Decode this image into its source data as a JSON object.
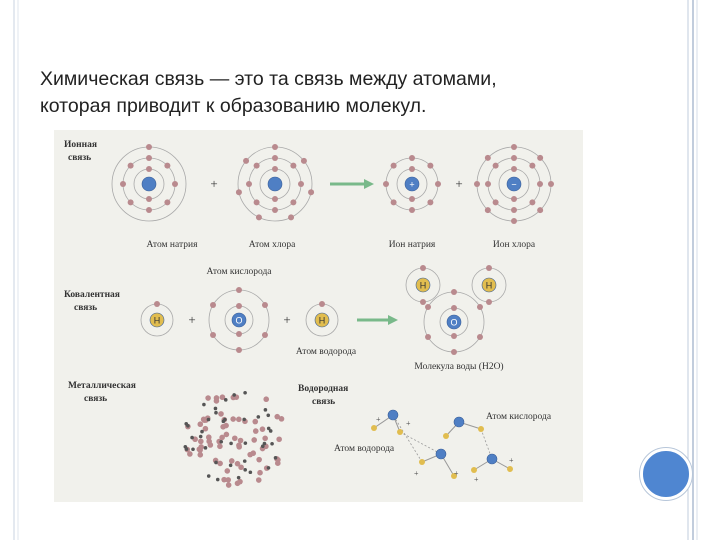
{
  "slide": {
    "title_line1": "Химическая связь — это та связь между атомами,",
    "title_line2": "которая приводит к образованию молекул."
  },
  "figure": {
    "ionic": {
      "heading_1": "Ионная",
      "heading_2": "связь",
      "sodium_atom": "Атом натрия",
      "chlorine_atom": "Атом хлора",
      "sodium_ion": "Ион натрия",
      "chlorine_ion": "Ион хлора",
      "plus": "+",
      "plus_charge": "+",
      "minus_charge": "−"
    },
    "covalent": {
      "heading_1": "Ковалентная",
      "heading_2": "связь",
      "oxygen_atom": "Атом кислорода",
      "hydrogen_atom": "Атом водорода",
      "water_molecule": "Молекула воды (H2O)",
      "h_symbol": "H",
      "o_symbol": "O",
      "plus": "+"
    },
    "metallic": {
      "heading_1": "Металлическая",
      "heading_2": "связь"
    },
    "hydrogen": {
      "heading_1": "Водородная",
      "heading_2": "связь",
      "oxygen_atom": "Атом кислорода",
      "hydrogen_atom": "Атом водорода",
      "plus": "+"
    }
  },
  "colors": {
    "frame_blue": "#b8c6da",
    "figure_bg": "#f1f1ec",
    "electron": "#b98a8e",
    "nucleus_blue": "#4f7fc4",
    "hydrogen_yellow": "#e1bd4f",
    "arrow_green": "#79b98a",
    "orbit_gray": "#a9a9a9",
    "accent_circle": "#4f86d1"
  }
}
